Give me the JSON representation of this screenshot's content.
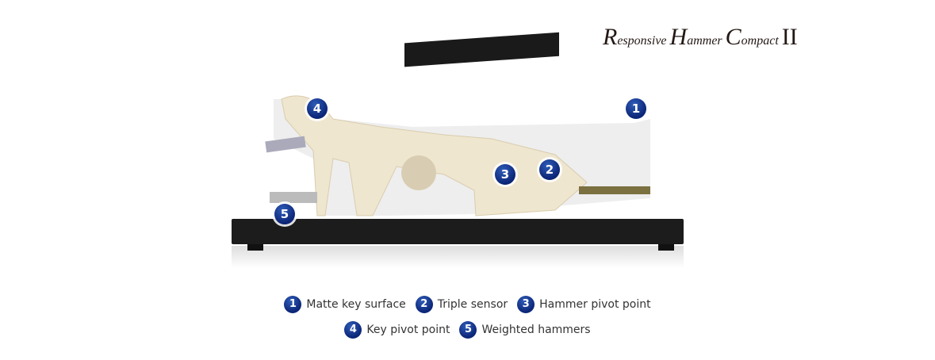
{
  "title": {
    "r": "R",
    "r_rest": "esponsive ",
    "h": "H",
    "h_rest": "ammer ",
    "c": "C",
    "c_rest": "ompact",
    "roman": "II"
  },
  "markers": [
    "1",
    "2",
    "3",
    "4",
    "5"
  ],
  "legend": [
    {
      "num": "1",
      "label": "Matte key surface"
    },
    {
      "num": "2",
      "label": "Triple sensor"
    },
    {
      "num": "3",
      "label": "Hammer pivot point"
    },
    {
      "num": "4",
      "label": "Key pivot point"
    },
    {
      "num": "5",
      "label": "Weighted hammers"
    }
  ]
}
